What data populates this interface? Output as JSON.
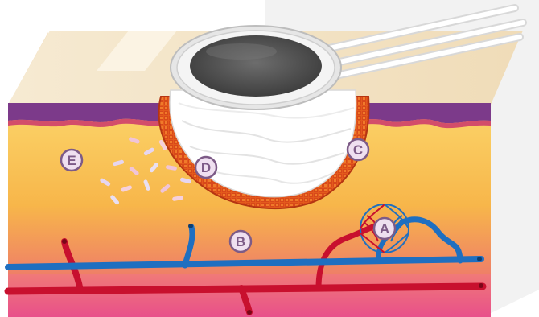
{
  "labels": {
    "a": "A",
    "b": "B",
    "c": "C",
    "d": "D",
    "e": "E"
  },
  "colors": {
    "fat_top": "#fbd267",
    "fat_bottom": "#f4a33e",
    "dermis": "#ea5a8d",
    "epidermis": "#7c3a8a",
    "skin_top": "#f3e3c6",
    "skin_front": "#fcebd3",
    "artery": "#c8102e",
    "vein": "#1f6fc0",
    "granulation": "#e05a1f",
    "dressing": "#ffffff",
    "label_fill": "#efe0f0",
    "label_stroke": "#7d5b87"
  },
  "icons": {
    "probe": "suction-probe-icon",
    "vessels": "blood-vessel-icon",
    "bacteria": "bacteria-icon"
  }
}
